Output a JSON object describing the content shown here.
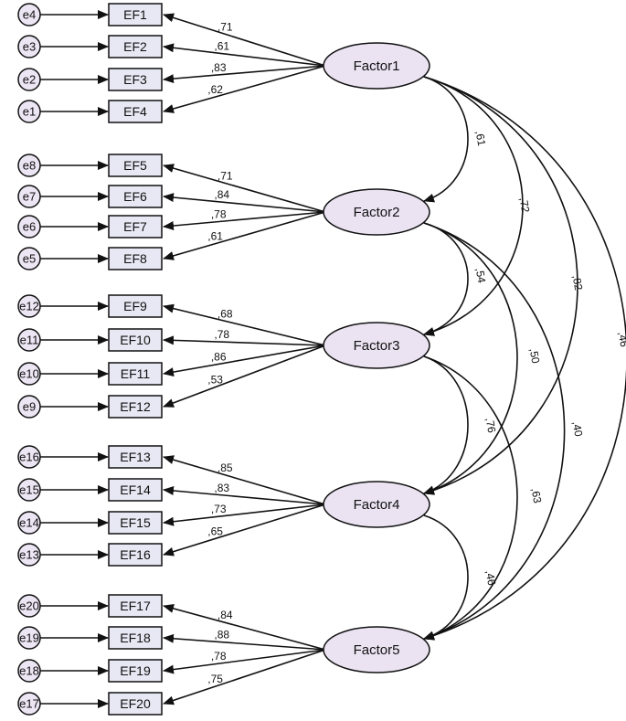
{
  "diagram": {
    "colors": {
      "box_fill": "#e8e8f4",
      "factor_fill": "#ebe3f2",
      "error_fill": "#ece6f4",
      "stroke": "#111111"
    },
    "factors": [
      {
        "name": "Factor1",
        "indicators": [
          {
            "name": "EF1",
            "error": "e4",
            "loading": ",71"
          },
          {
            "name": "EF2",
            "error": "e3",
            "loading": ",61"
          },
          {
            "name": "EF3",
            "error": "e2",
            "loading": ",83"
          },
          {
            "name": "EF4",
            "error": "e1",
            "loading": ",62"
          }
        ]
      },
      {
        "name": "Factor2",
        "indicators": [
          {
            "name": "EF5",
            "error": "e8",
            "loading": ",71"
          },
          {
            "name": "EF6",
            "error": "e7",
            "loading": ",84"
          },
          {
            "name": "EF7",
            "error": "e6",
            "loading": ",78"
          },
          {
            "name": "EF8",
            "error": "e5",
            "loading": ",61"
          }
        ]
      },
      {
        "name": "Factor3",
        "indicators": [
          {
            "name": "EF9",
            "error": "e12",
            "loading": ",68"
          },
          {
            "name": "EF10",
            "error": "e11",
            "loading": ",78"
          },
          {
            "name": "EF11",
            "error": "e10",
            "loading": ",86"
          },
          {
            "name": "EF12",
            "error": "e9",
            "loading": ",53"
          }
        ]
      },
      {
        "name": "Factor4",
        "indicators": [
          {
            "name": "EF13",
            "error": "e16",
            "loading": ",85"
          },
          {
            "name": "EF14",
            "error": "e15",
            "loading": ",83"
          },
          {
            "name": "EF15",
            "error": "e14",
            "loading": ",73"
          },
          {
            "name": "EF16",
            "error": "e13",
            "loading": ",65"
          }
        ]
      },
      {
        "name": "Factor5",
        "indicators": [
          {
            "name": "EF17",
            "error": "e20",
            "loading": ",84"
          },
          {
            "name": "EF18",
            "error": "e19",
            "loading": ",88"
          },
          {
            "name": "EF19",
            "error": "e18",
            "loading": ",78"
          },
          {
            "name": "EF20",
            "error": "e17",
            "loading": ",75"
          }
        ]
      }
    ],
    "correlations": [
      {
        "from": "Factor1",
        "to": "Factor2",
        "value": ",61"
      },
      {
        "from": "Factor1",
        "to": "Factor3",
        "value": ",72"
      },
      {
        "from": "Factor1",
        "to": "Factor4",
        "value": ",82"
      },
      {
        "from": "Factor1",
        "to": "Factor5",
        "value": ",46"
      },
      {
        "from": "Factor2",
        "to": "Factor3",
        "value": ",54"
      },
      {
        "from": "Factor2",
        "to": "Factor4",
        "value": ",50"
      },
      {
        "from": "Factor2",
        "to": "Factor5",
        "value": ",40"
      },
      {
        "from": "Factor3",
        "to": "Factor4",
        "value": ",76"
      },
      {
        "from": "Factor3",
        "to": "Factor5",
        "value": ",63"
      },
      {
        "from": "Factor4",
        "to": "Factor5",
        "value": ",46"
      }
    ]
  }
}
